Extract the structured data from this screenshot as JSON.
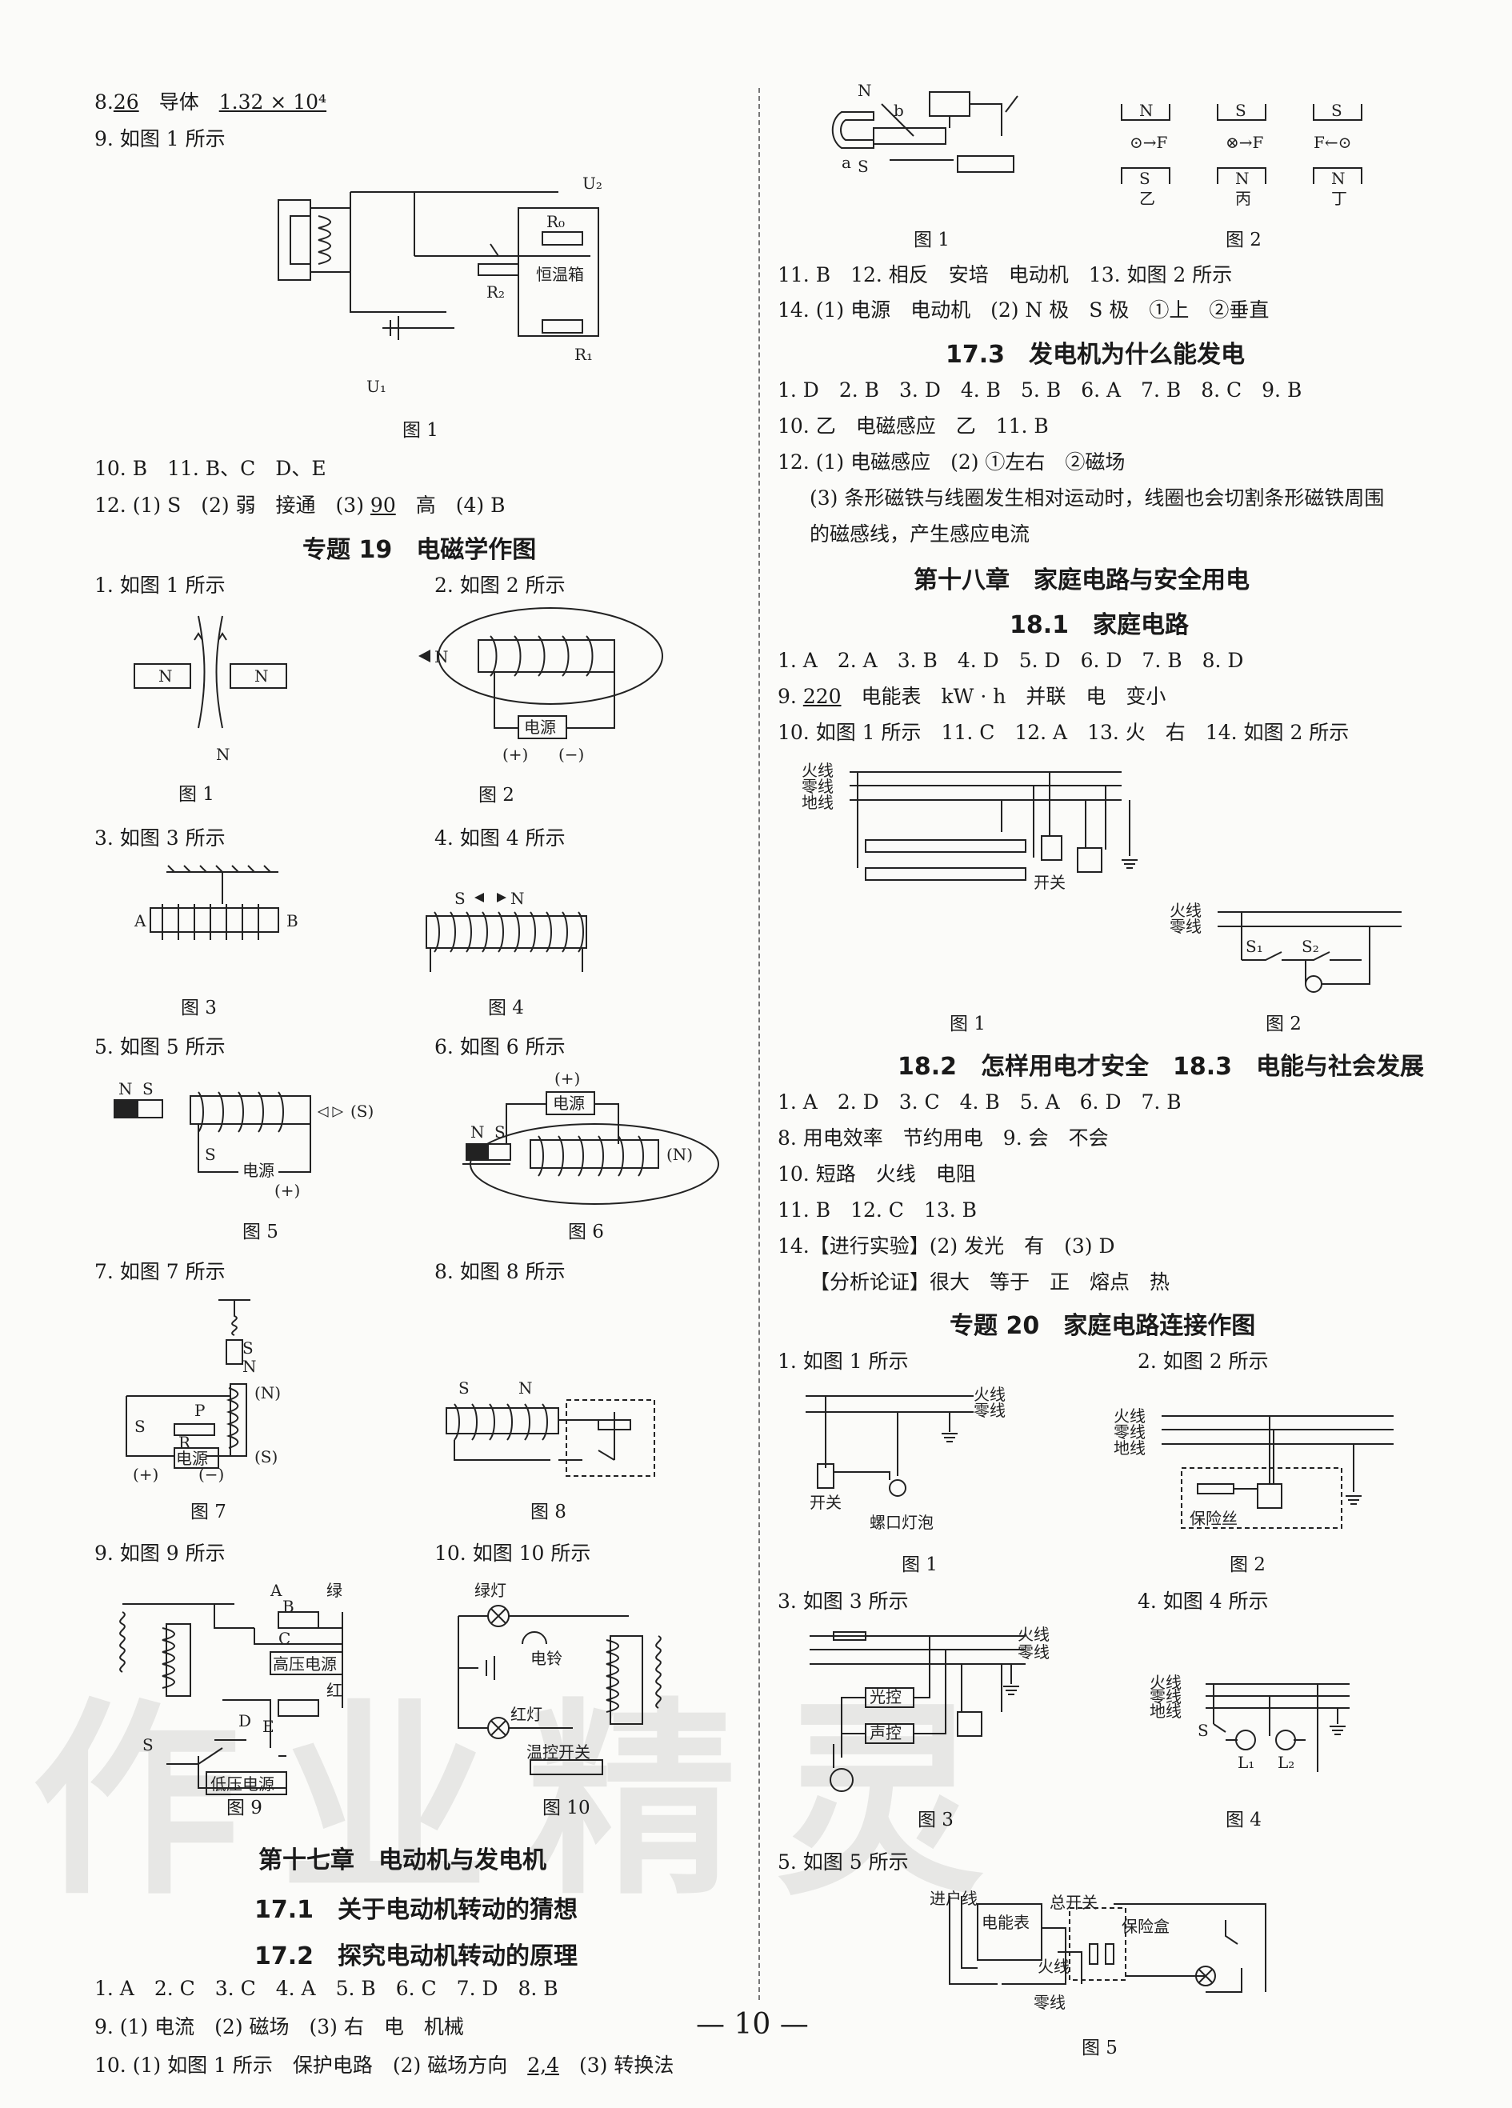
{
  "page_number": "— 10 —",
  "watermark": "作业精灵",
  "left": {
    "l1": {
      "a": "8.",
      "b": "26",
      "c": "导体",
      "d": "1.32 × 10⁴"
    },
    "l2": "9. 如图 1 所示",
    "fig1": {
      "caption": "图 1",
      "labels": [
        "U₂",
        "R₀",
        "恒温箱",
        "R₂",
        "R₁",
        "U₁"
      ]
    },
    "l3": "10. B　11. B、C　D、E",
    "l4": {
      "a": "12. (1) S　(2) 弱　接通　(3) ",
      "b": "90",
      "c": "　高　(4) B"
    },
    "topic19": "专题 19　电磁学作图",
    "q1": "1. 如图 1 所示",
    "q2": "2. 如图 2 所示",
    "f1": {
      "caption": "图 1",
      "labels": [
        "N",
        "N",
        "N"
      ]
    },
    "f2": {
      "caption": "图 2",
      "labels": [
        "N",
        "电源",
        "(+)",
        "(−)"
      ]
    },
    "q3": "3. 如图 3 所示",
    "q4": "4. 如图 4 所示",
    "f3": {
      "caption": "图 3",
      "labels": [
        "A",
        "B"
      ]
    },
    "f4": {
      "caption": "图 4",
      "labels": [
        "S",
        "N"
      ]
    },
    "q5": "5. 如图 5 所示",
    "q6": "6. 如图 6 所示",
    "f5": {
      "caption": "图 5",
      "labels": [
        "N",
        "S",
        "(S)",
        "S",
        "电源",
        "(+)"
      ]
    },
    "f6": {
      "caption": "图 6",
      "labels": [
        "(+)",
        "电源",
        "N",
        "S",
        "(N)"
      ]
    },
    "q7": "7. 如图 7 所示",
    "q8": "8. 如图 8 所示",
    "f7": {
      "caption": "图 7",
      "labels": [
        "S",
        "N",
        "P",
        "(N)",
        "S",
        "R",
        "电源",
        "(S)",
        "(+)",
        "(−)"
      ]
    },
    "f8": {
      "caption": "图 8",
      "labels": [
        "S",
        "N"
      ]
    },
    "q9": "9. 如图 9 所示",
    "q10": "10. 如图 10 所示",
    "f9": {
      "caption": "图 9",
      "labels": [
        "A",
        "B",
        "绿",
        "C",
        "高压电源",
        "红",
        "D",
        "E",
        "S",
        "低压电源"
      ]
    },
    "f10": {
      "caption": "图 10",
      "labels": [
        "绿灯",
        "电铃",
        "红灯",
        "温控开关"
      ]
    },
    "ch17": "第十七章　电动机与发电机",
    "s171": "17.1　关于电动机转动的猜想",
    "s172": "17.2　探究电动机转动的原理",
    "a1": "1. A　2. C　3. C　4. A　5. B　6. C　7. D　8. B",
    "a2": "9. (1) 电流　(2) 磁场　(3) 右　电　机械",
    "a3": {
      "a": "10. (1) 如图 1 所示　保护电路　(2) 磁场方向　",
      "b": "2,4",
      "c": "　(3) 转换法"
    }
  },
  "right": {
    "fig1": {
      "caption": "图 1",
      "labels": [
        "N",
        "S",
        "a",
        "b"
      ]
    },
    "fig2": {
      "caption": "图 2",
      "panels": [
        {
          "top": "N",
          "bottom": "S",
          "name": "乙",
          "arrow": "⊙→F"
        },
        {
          "top": "S",
          "bottom": "N",
          "name": "丙",
          "arrow": "⊗→F"
        },
        {
          "top": "S",
          "bottom": "N",
          "name": "丁",
          "arrow": "F←⊙"
        }
      ]
    },
    "r1": "11. B　12. 相反　安培　电动机　13. 如图 2 所示",
    "r2": "14. (1) 电源　电动机　(2) N 极　S 极　①上　②垂直",
    "s173": "17.3　发电机为什么能发电",
    "r3": "1. D　2. B　3. D　4. B　5. B　6. A　7. B　8. C　9. B",
    "r4": "10. 乙　电磁感应　乙　11. B",
    "r5": "12. (1) 电磁感应　(2) ①左右　②磁场",
    "r6": "(3) 条形磁铁与线圈发生相对运动时，线圈也会切割条形磁铁周围",
    "r7": "的磁感线，产生感应电流",
    "ch18": "第十八章　家庭电路与安全用电",
    "s181": "18.1　家庭电路",
    "r8": "1. A　2. A　3. B　4. D　5. D　6. D　7. B　8. D",
    "r9": {
      "a": "9. ",
      "b": "220",
      "c": "　电能表　kW · h　并联　电　变小"
    },
    "r10": "10. 如图 1 所示　11. C　12. A　13. 火　右　14. 如图 2 所示",
    "hf1": {
      "caption": "图 1",
      "labels": [
        "火线",
        "零线",
        "地线",
        "开关"
      ]
    },
    "hf2": {
      "caption": "图 2",
      "labels": [
        "火线",
        "零线",
        "S₁",
        "S₂"
      ]
    },
    "s182": "18.2　怎样用电才安全　18.3　电能与社会发展",
    "r11": "1. A　2. D　3. C　4. B　5. A　6. D　7. B",
    "r12": "8. 用电效率　节约用电　9. 会　不会",
    "r13": "10. 短路　火线　电阻",
    "r14": "11. B　12. C　13. B",
    "r15": "14.【进行实验】(2) 发光　有　(3) D",
    "r16": "【分析论证】很大　等于　正　熔点　热",
    "topic20": "专题 20　家庭电路连接作图",
    "q1": "1. 如图 1 所示",
    "q2": "2. 如图 2 所示",
    "g1": {
      "caption": "图 1",
      "labels": [
        "火线",
        "零线",
        "开关",
        "螺口灯泡"
      ]
    },
    "g2": {
      "caption": "图 2",
      "labels": [
        "火线",
        "零线",
        "地线",
        "保险丝"
      ]
    },
    "q3": "3. 如图 3 所示",
    "q4": "4. 如图 4 所示",
    "g3": {
      "caption": "图 3",
      "labels": [
        "火线",
        "零线",
        "光控",
        "声控"
      ]
    },
    "g4": {
      "caption": "图 4",
      "labels": [
        "火线",
        "零线",
        "地线",
        "S",
        "L₁",
        "L₂"
      ]
    },
    "q5": "5. 如图 5 所示",
    "g5": {
      "caption": "图 5",
      "labels": [
        "进户线",
        "电能表",
        "总开关",
        "保险盒",
        "火线",
        "零线"
      ]
    }
  }
}
